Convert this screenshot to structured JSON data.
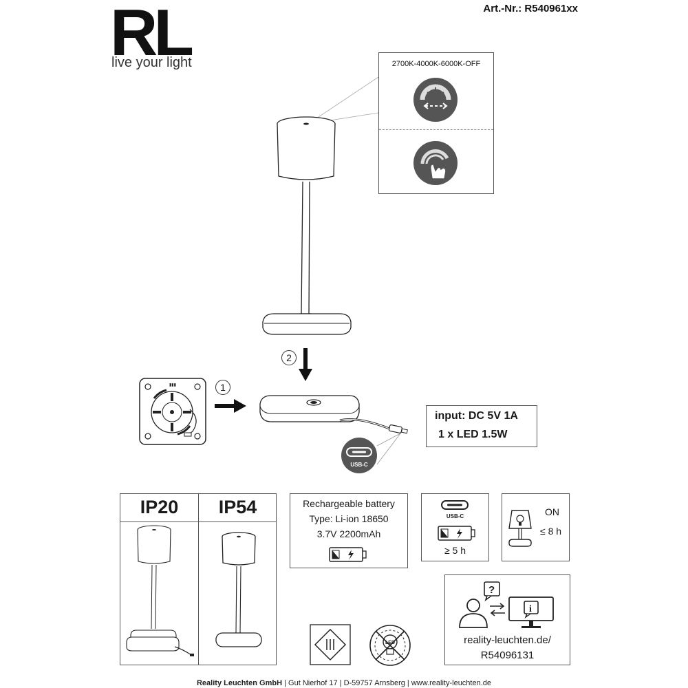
{
  "header": {
    "logo_text": "RL",
    "tagline": "live your light",
    "article_number": "Art.-Nr.: R540961xx"
  },
  "callout": {
    "color_modes": "2700K-4000K-6000K-OFF"
  },
  "steps": {
    "step1": "1",
    "step2": "2"
  },
  "specs": {
    "input": "input: DC 5V 1A",
    "led": "1 x LED 1.5W"
  },
  "usb_badge": "USB-C",
  "ip": {
    "ip20": "IP20",
    "ip54": "IP54"
  },
  "battery": {
    "line1": "Rechargeable battery",
    "line2": "Type: Li-ion 18650",
    "line3": "3.7V 2200mAh"
  },
  "charging": {
    "usb_label": "USB-C",
    "time": "≥ 5 h"
  },
  "runtime": {
    "on_label": "ON",
    "time": "≤ 8 h"
  },
  "support": {
    "url": "reality-leuchten.de/",
    "code": "R54096131"
  },
  "footer": {
    "company": "Reality Leuchten GmbH",
    "sep1": "|",
    "address": "Gut Nierhof 17",
    "sep2": "|",
    "city": "D-59757 Arnsberg",
    "sep3": "|",
    "web": "www.reality-leuchten.de"
  },
  "colors": {
    "ink": "#1a1a1a",
    "icon_gray": "#555555",
    "border": "#555555"
  },
  "icons": [
    "color-temperature-icon",
    "touch-icon",
    "usb-c-icon",
    "battery-icon",
    "lamp-icon",
    "user-icon",
    "monitor-info-icon",
    "class-iii-icon",
    "led-not-replaceable-icon"
  ]
}
